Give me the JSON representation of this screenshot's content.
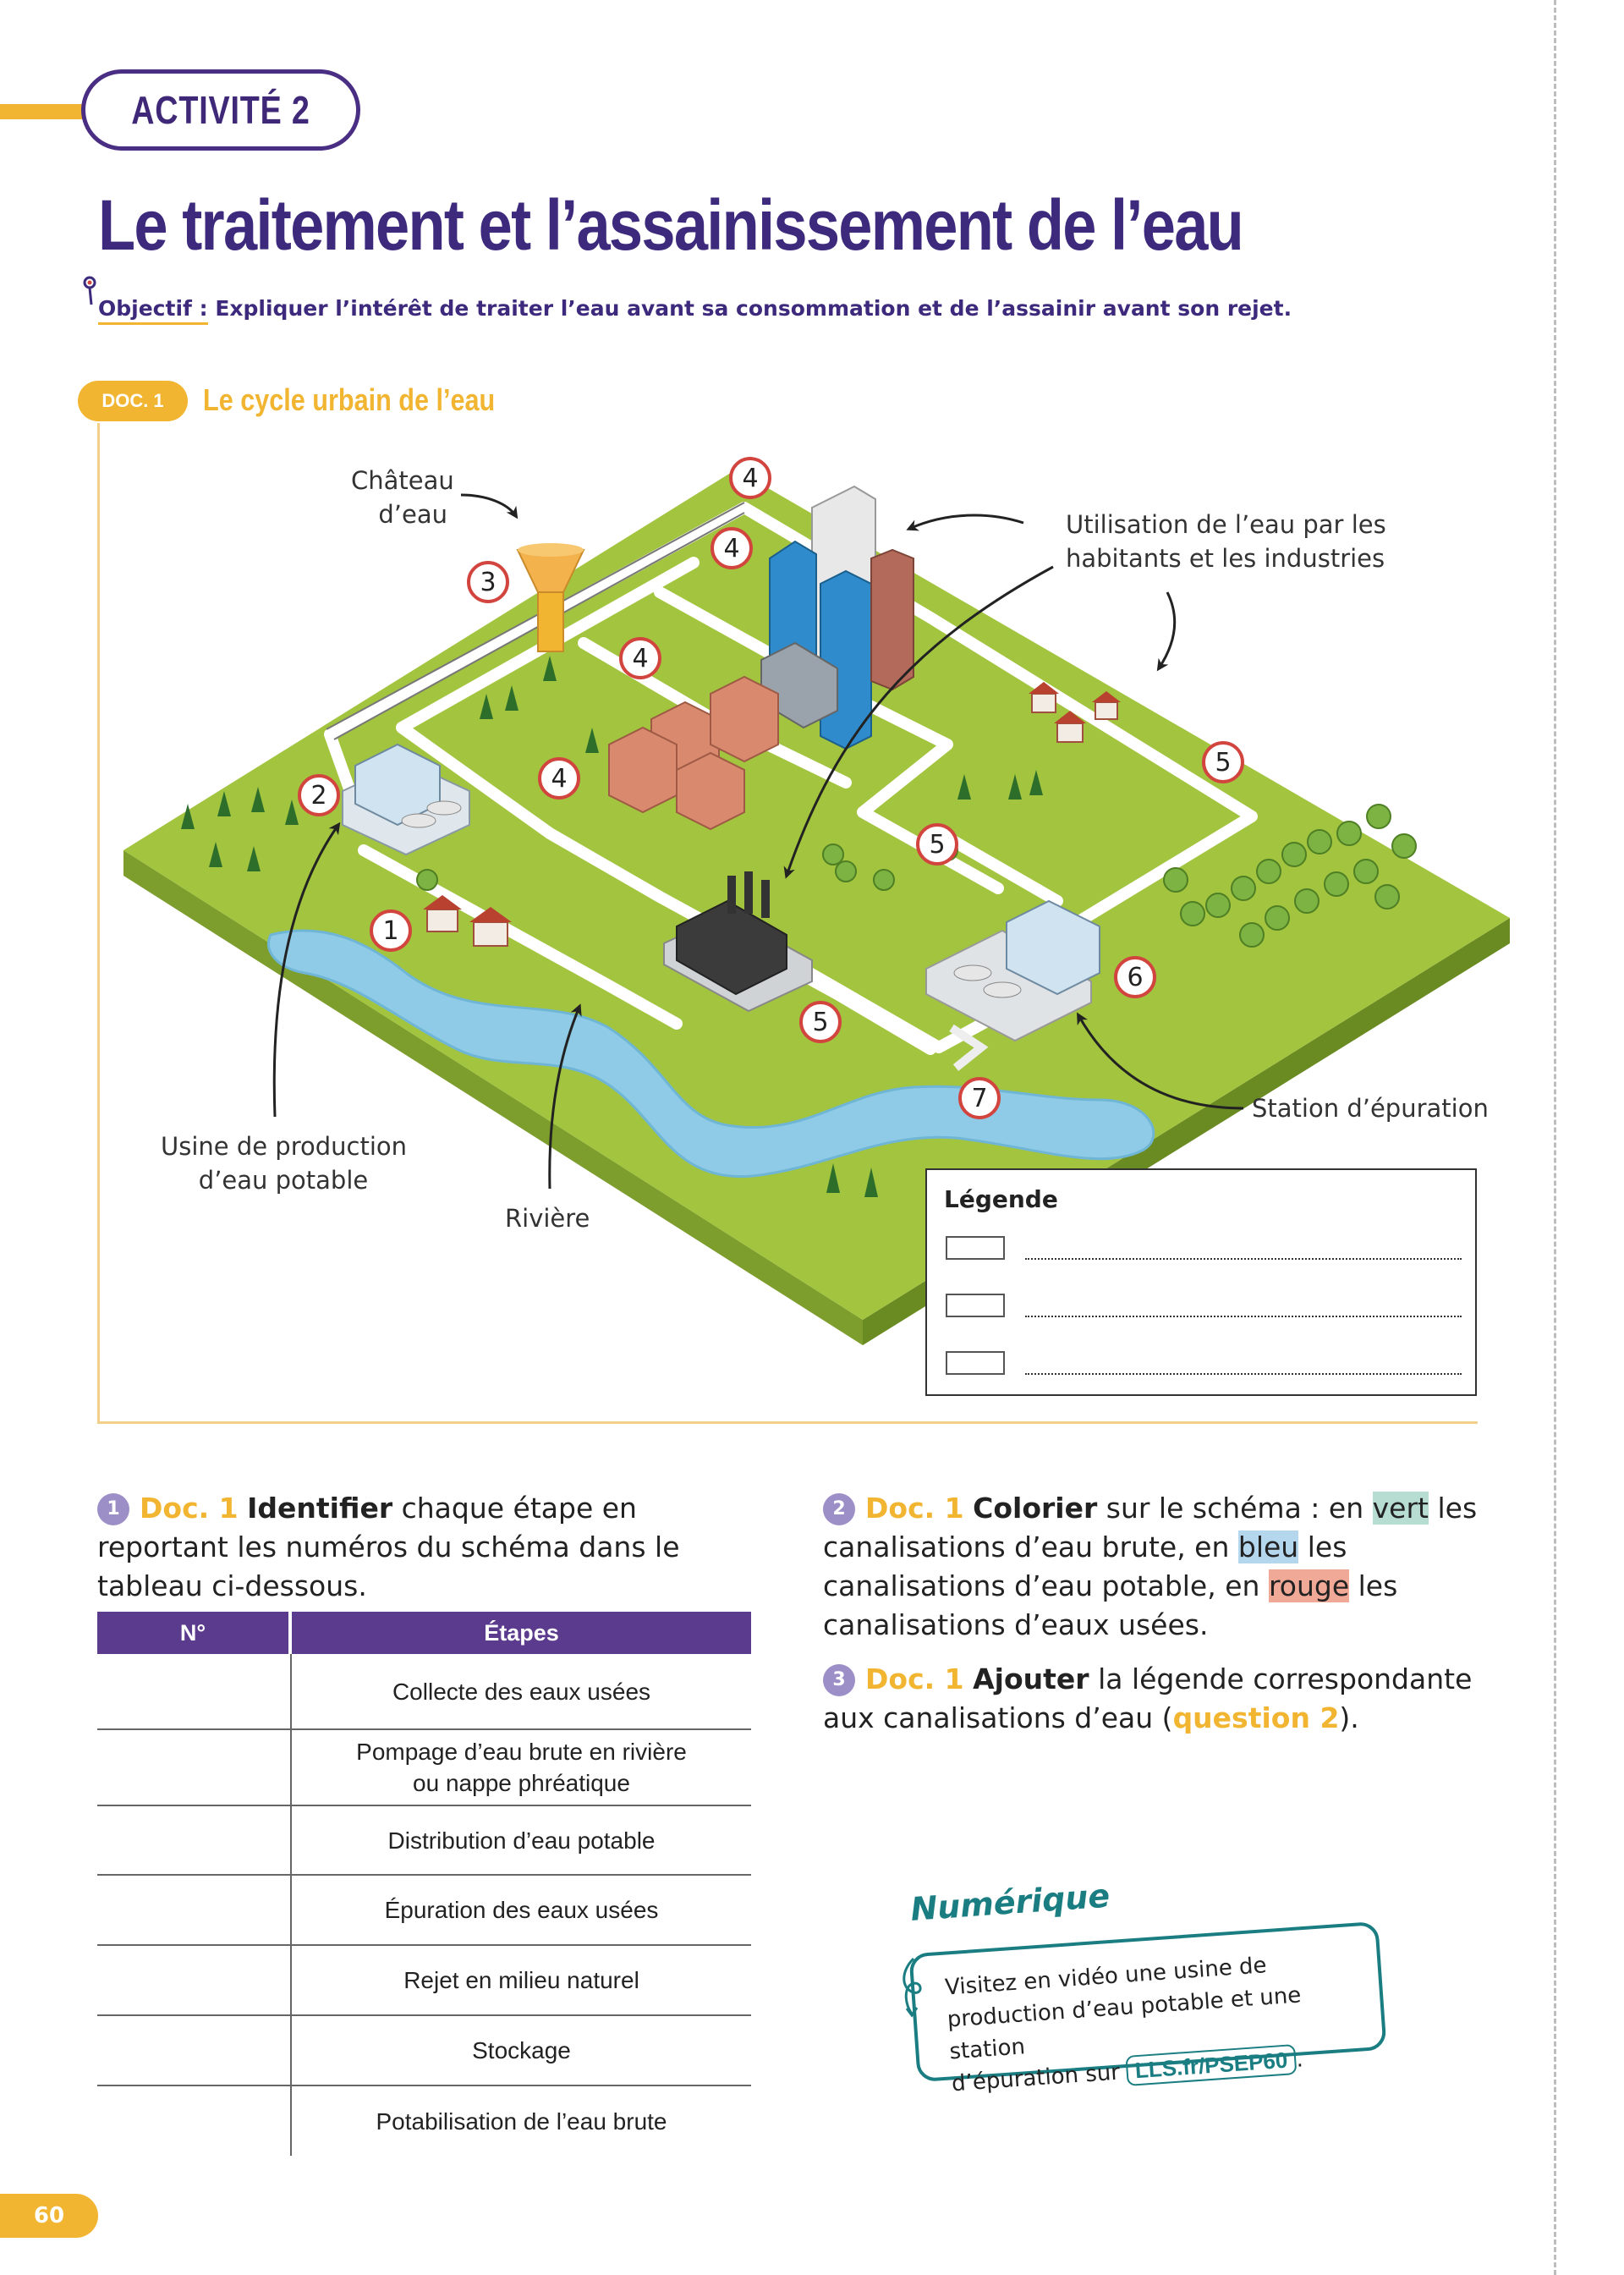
{
  "activity": {
    "label": "ACTIVITÉ 2"
  },
  "title": "Le traitement et l’assainissement de l’eau",
  "objective": {
    "label": "Objectif :",
    "text": "Expliquer l’intérêt de traiter l’eau avant sa consommation et de l’assainir avant son rejet."
  },
  "doc": {
    "tag": "DOC. 1",
    "title": "Le cycle urbain de l’eau"
  },
  "map": {
    "labels": {
      "chateau_line1": "Château",
      "chateau_line2": "d’eau",
      "utilisation_line1": "Utilisation de l’eau par les",
      "utilisation_line2": "habitants et les industries",
      "usine_line1": "Usine de production",
      "usine_line2": "d’eau potable",
      "riviere": "Rivière",
      "station": "Station d’épuration"
    },
    "numbers": [
      "4",
      "4",
      "3",
      "4",
      "4",
      "2",
      "1",
      "5",
      "5",
      "5",
      "6",
      "7"
    ],
    "legend": {
      "title": "Légende",
      "rows": 3
    }
  },
  "q1": {
    "num": "1",
    "doc": "Doc. 1",
    "verb": "Identifier",
    "rest": "chaque étape en reportant les numéros du schéma dans le tableau ci-dessous."
  },
  "q2": {
    "num": "2",
    "doc": "Doc. 1",
    "verb": "Colorier",
    "t1": "sur le schéma : en",
    "vert": "vert",
    "t2": "les canalisations d’eau brute, en",
    "bleu": "bleu",
    "t3": "les canalisations d’eau potable, en",
    "rouge": "rouge",
    "t4": "les canalisations d’eaux usées."
  },
  "q3": {
    "num": "3",
    "doc": "Doc. 1",
    "verb": "Ajouter",
    "t1": "la légende correspondante aux canalisations d’eau (",
    "ref": "question 2",
    "t2": ")."
  },
  "table": {
    "headers": [
      "N°",
      "Étapes"
    ],
    "rows": [
      {
        "num": "",
        "etape_l1": "Collecte des eaux usées",
        "etape_l2": ""
      },
      {
        "num": "",
        "etape_l1": "Pompage d’eau brute en rivière",
        "etape_l2": "ou nappe phréatique"
      },
      {
        "num": "",
        "etape_l1": "Distribution d’eau potable",
        "etape_l2": ""
      },
      {
        "num": "",
        "etape_l1": "Épuration des eaux usées",
        "etape_l2": ""
      },
      {
        "num": "",
        "etape_l1": "Rejet en milieu naturel",
        "etape_l2": ""
      },
      {
        "num": "",
        "etape_l1": "Stockage",
        "etape_l2": ""
      },
      {
        "num": "",
        "etape_l1": "Potabilisation de l’eau brute",
        "etape_l2": ""
      }
    ]
  },
  "numerique": {
    "title": "Numérique",
    "line1": "Visitez en vidéo une usine de",
    "line2": "production d’eau potable et une station",
    "line3": "d’épuration sur",
    "link": "LLS.fr/PSEP60",
    "end": "."
  },
  "page_number": "60",
  "colors": {
    "purple": "#3d2a7d",
    "yellow": "#f2b531",
    "grass": "#9bbf3a",
    "river": "#8fcbe6",
    "pin_red": "#d2453f",
    "teal": "#1a7d82"
  }
}
